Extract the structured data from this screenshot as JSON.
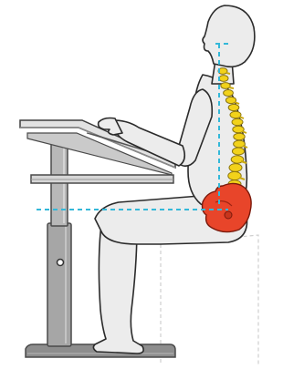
{
  "illustration": {
    "colors": {
      "background": "#ffffff",
      "body_fill": "#ececec",
      "outline": "#2b2b2b",
      "desk_frame": "#9a9a9a",
      "desk_dark": "#6e6e6e",
      "desk_top": "#dcdcdc",
      "guide_line": "#33b8d9",
      "spine": "#f2d21a",
      "spine_outline": "#8a7412",
      "pelvis": "#e8452a",
      "chair_dashed": "#cfcfcf"
    },
    "elements": [
      "ergonomic-desk",
      "seated-person",
      "spine",
      "pelvis",
      "posture-guide-lines",
      "chair-outline"
    ]
  }
}
